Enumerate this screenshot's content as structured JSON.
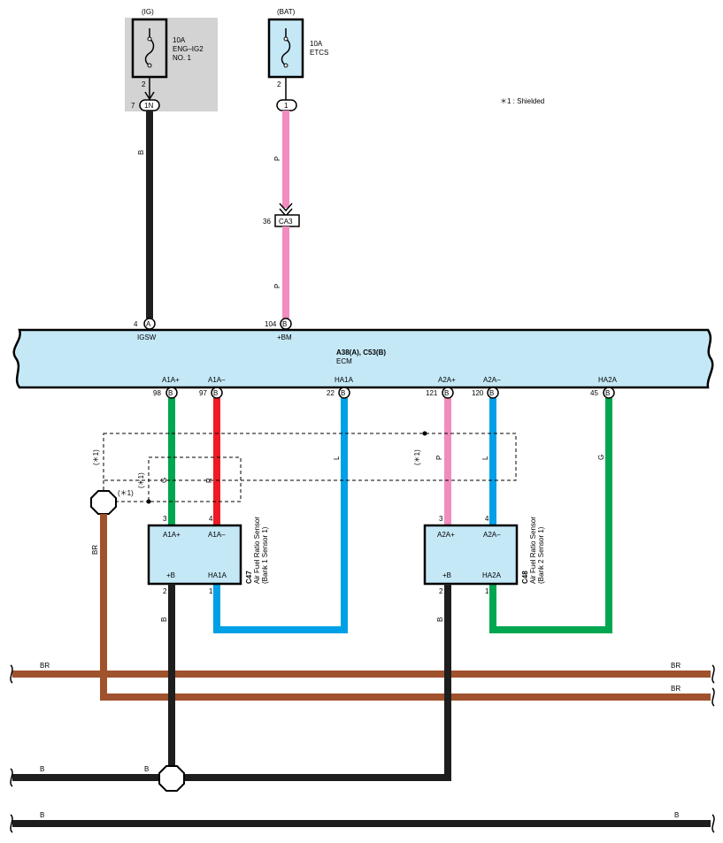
{
  "top": {
    "ig_label": "(IG)",
    "bat_label": "(BAT)",
    "fuse1": {
      "amp": "10A",
      "name1": "ENG–IG2",
      "name2": "NO. 1",
      "pin": "2"
    },
    "fuse2": {
      "amp": "10A",
      "name1": "ETCS",
      "pin": "2"
    },
    "conn_1n": {
      "pin": "7",
      "label": "1N"
    },
    "conn_1": {
      "label": "1"
    },
    "shield_note": "＊1 : Shielded",
    "ca3": {
      "pin": "36",
      "label": "CA3"
    }
  },
  "wire_colors": {
    "B": "B",
    "P": "P",
    "G": "G",
    "R": "R",
    "L": "L",
    "BR": "BR"
  },
  "colors": {
    "black": "#1e1e1e",
    "pink": "#f08cbe",
    "green": "#00a650",
    "red": "#ed1c24",
    "blue": "#00a0e6",
    "brown": "#a0522d",
    "ecm_fill": "#c5e8f7",
    "fuse_bg": "#d3d3d3"
  },
  "ecm": {
    "title": "A38(A), C53(B)",
    "subtitle": "ECM",
    "top_pins": [
      {
        "num": "4",
        "conn": "A",
        "name": "IGSW"
      },
      {
        "num": "104",
        "conn": "B",
        "name": "+BM"
      }
    ],
    "bottom_pins": [
      {
        "num": "98",
        "conn": "B",
        "name": "A1A+"
      },
      {
        "num": "97",
        "conn": "B",
        "name": "A1A–"
      },
      {
        "num": "22",
        "conn": "B",
        "name": "HA1A"
      },
      {
        "num": "121",
        "conn": "B",
        "name": "A2A+"
      },
      {
        "num": "120",
        "conn": "B",
        "name": "A2A–"
      },
      {
        "num": "45",
        "conn": "B",
        "name": "HA2A"
      }
    ]
  },
  "sensors": [
    {
      "code": "C47",
      "name": "Air Fuel Ratio Sensor",
      "detail": "(Bank 1 Sensor 1)",
      "pins": {
        "p3": "A1A+",
        "p4": "A1A–",
        "p2": "+B",
        "p1": "HA1A"
      },
      "nums": {
        "p3": "3",
        "p4": "4",
        "p2": "2",
        "p1": "1"
      }
    },
    {
      "code": "C48",
      "name": "Air Fuel Ratio Sensor",
      "detail": "(Bank 2 Sensor 1)",
      "pins": {
        "p3": "A2A+",
        "p4": "A2A–",
        "p2": "+B",
        "p1": "HA2A"
      },
      "nums": {
        "p3": "3",
        "p4": "4",
        "p2": "2",
        "p1": "1"
      }
    }
  ],
  "shield_marks": {
    "a": "(＊1)",
    "b": "(＊1)",
    "c": "(＊1)",
    "d": "(＊1)"
  },
  "buses": {
    "br_top_left": "BR",
    "br_top_right": "BR",
    "br_mid_right": "BR",
    "b_left": "B",
    "b_mid": "B",
    "b_bot_left": "B",
    "b_bot_right": "B"
  }
}
